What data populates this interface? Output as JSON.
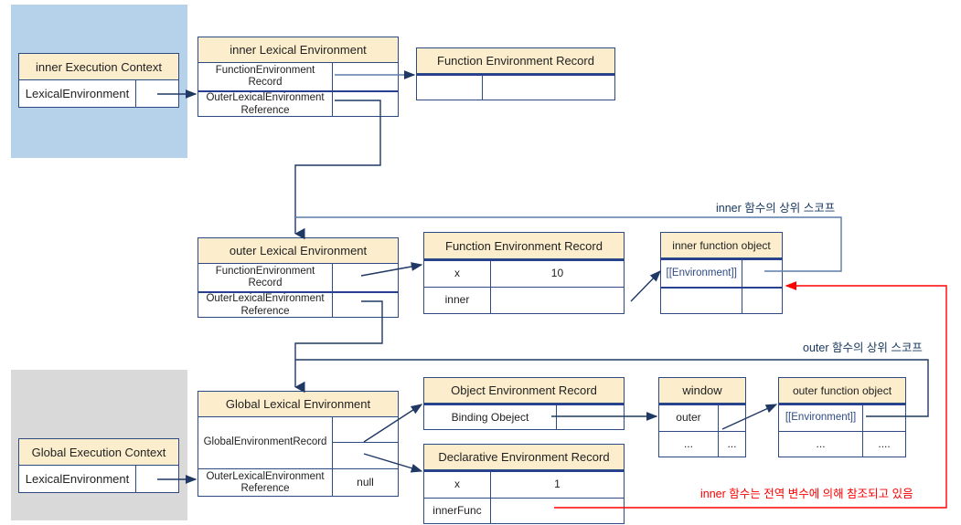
{
  "diagram": {
    "title": "JavaScript Execution Context & Lexical Environment (closure) diagram",
    "colors": {
      "header_fill": "#fceecd",
      "box_border": "#2e4a82",
      "inner_context_bg": "#b6d1ea",
      "global_context_bg": "#d9d9d9",
      "arrow_navy": "#1f3864",
      "arrow_red": "#ff0000",
      "note_navy": "#17365d",
      "note_red": "#fd0000"
    }
  },
  "inner_execution_context": {
    "title": "inner Execution Context",
    "rows": [
      {
        "key": "LexicalEnvironment",
        "value": ""
      }
    ]
  },
  "inner_lexical_environment": {
    "title": "inner Lexical Environment",
    "rows": [
      {
        "key": "FunctionEnvironment\nRecord",
        "value": ""
      },
      {
        "key": "OuterLexicalEnvironment\nReference",
        "value": ""
      }
    ]
  },
  "inner_function_environment_record": {
    "title": "Function Environment Record",
    "rows": [
      {
        "key": "",
        "value": ""
      }
    ]
  },
  "outer_lexical_environment": {
    "title": "outer Lexical Environment",
    "rows": [
      {
        "key": "FunctionEnvironment\nRecord",
        "value": ""
      },
      {
        "key": "OuterLexicalEnvironment\nReference",
        "value": ""
      }
    ]
  },
  "outer_function_environment_record": {
    "title": "Function Environment Record",
    "rows": [
      {
        "key": "x",
        "value": "10"
      },
      {
        "key": "inner",
        "value": ""
      }
    ]
  },
  "inner_function_object": {
    "title": "inner function object",
    "rows": [
      {
        "key": "[[Environment]]",
        "value": ""
      },
      {
        "key": "",
        "value": ""
      }
    ]
  },
  "global_execution_context": {
    "title": "Global Execution Context",
    "rows": [
      {
        "key": "LexicalEnvironment",
        "value": ""
      }
    ]
  },
  "global_lexical_environment": {
    "title": "Global Lexical Environment",
    "rows": [
      {
        "key": "GlobalEnvironmentRecord",
        "value_top": "",
        "value_bottom": ""
      },
      {
        "key": "OuterLexicalEnvironment\nReference",
        "value": "null"
      }
    ]
  },
  "object_environment_record": {
    "title": "Object Environment Record",
    "rows": [
      {
        "key": "Binding Obeject",
        "value": ""
      }
    ]
  },
  "declarative_environment_record": {
    "title": "Declarative Environment Record",
    "rows": [
      {
        "key": "x",
        "value": "1"
      },
      {
        "key": "innerFunc",
        "value": ""
      }
    ]
  },
  "window_object": {
    "title": "window",
    "rows": [
      {
        "key": "outer",
        "value": ""
      },
      {
        "key": "...",
        "value": "..."
      }
    ]
  },
  "outer_function_object": {
    "title": "outer function object",
    "rows": [
      {
        "key": "[[Environment]]",
        "value": ""
      },
      {
        "key": "...",
        "value": "...."
      }
    ]
  },
  "annotations": {
    "inner_upper_scope": "inner 함수의 상위 스코프",
    "outer_upper_scope": "outer 함수의 상위 스코프",
    "inner_referenced_by_global": "inner 함수는 전역 변수에 의해 참조되고 있음"
  }
}
